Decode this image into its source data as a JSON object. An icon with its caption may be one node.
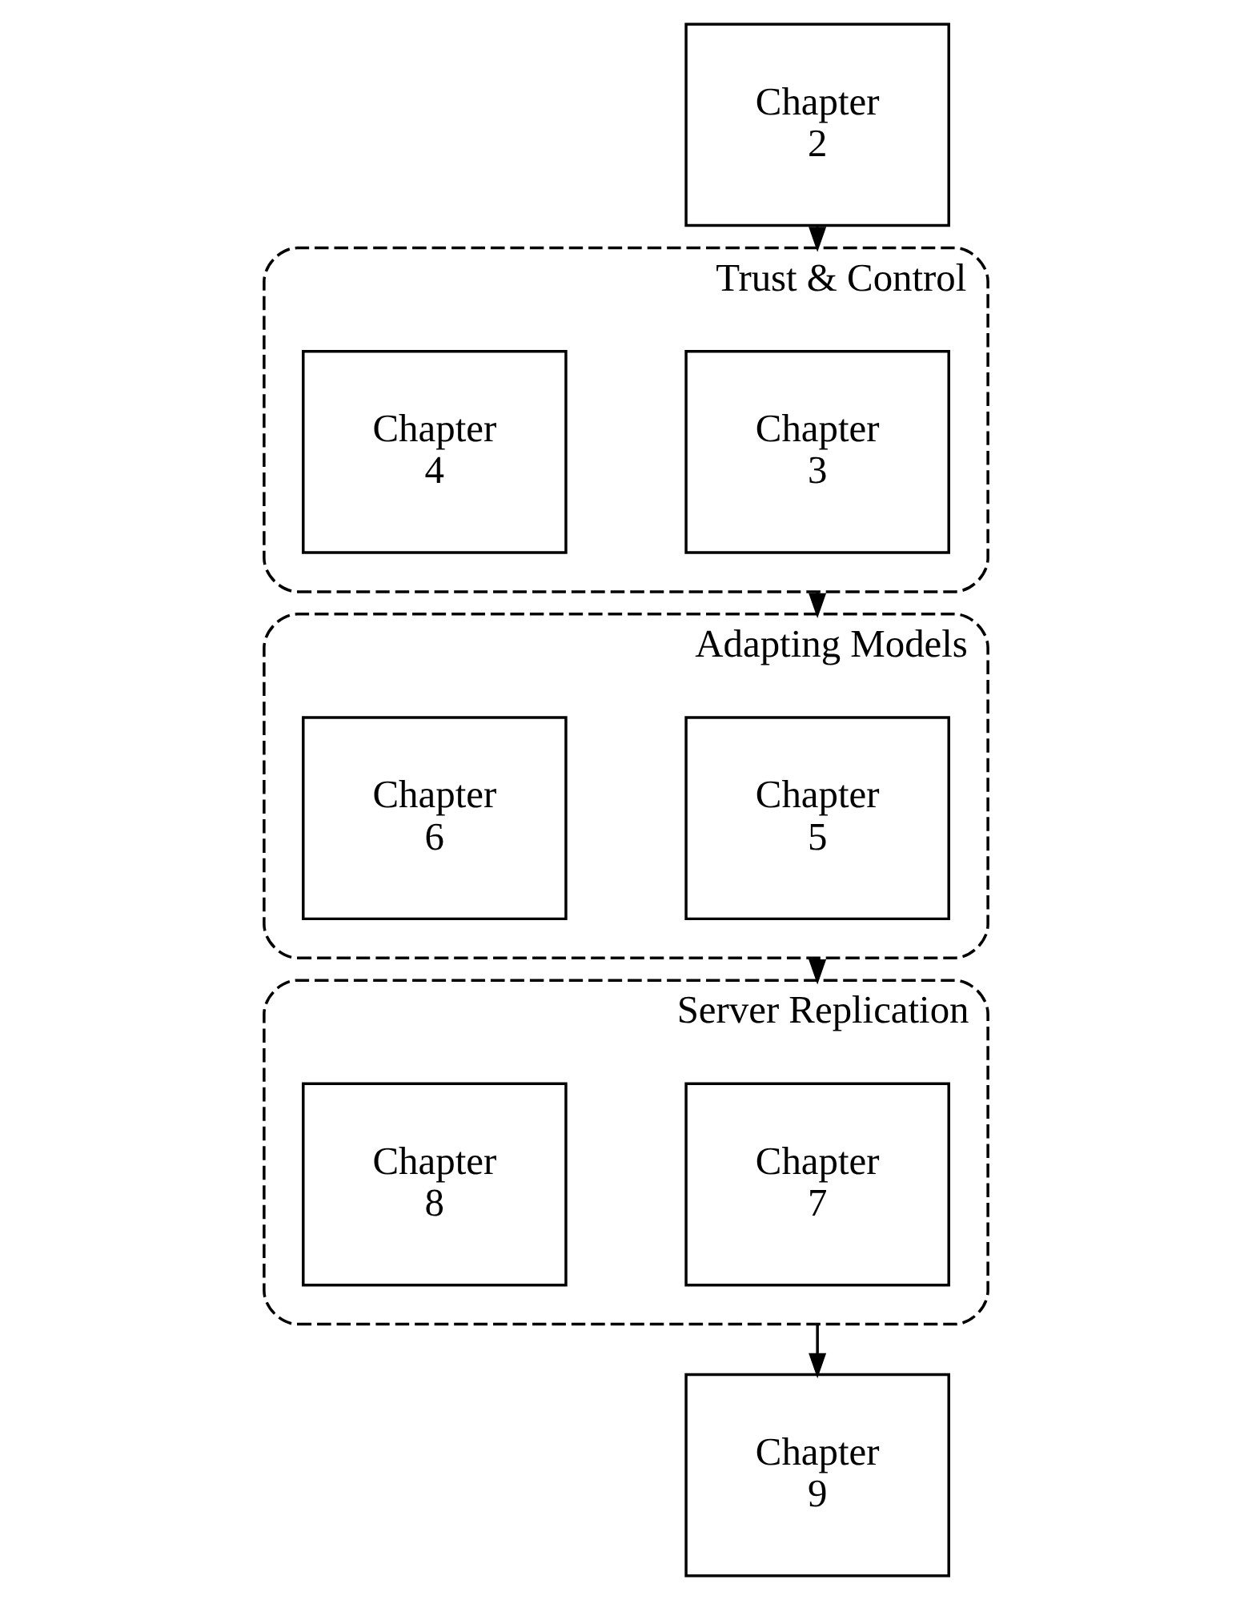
{
  "diagram": {
    "nodes": [
      {
        "text": [
          "Chapter 2"
        ]
      },
      {
        "text": [
          "Trust & Control"
        ]
      },
      {
        "text": [
          "Chapter 3"
        ],
        "in": 1
      },
      {
        "text": [
          "Chapter 4"
        ],
        "in": 1
      },
      {
        "text": [
          "Adapting Models"
        ]
      },
      {
        "text": [
          "Chapter 5"
        ],
        "in": 4
      },
      {
        "text": [
          "Chapter 6"
        ],
        "in": 4
      },
      {
        "text": [
          "Server Replication"
        ]
      },
      {
        "text": [
          "Chapter 7"
        ],
        "in": 7
      },
      {
        "text": [
          "Chapter 8"
        ],
        "in": 7
      },
      {
        "text": [
          "Chapter 9"
        ]
      }
    ],
    "edges": [
      {
        "from": 0,
        "to": 1,
        "arrow": "to"
      },
      {
        "from": 1,
        "to": 4,
        "arrow": "to"
      },
      {
        "from": 4,
        "to": 7,
        "arrow": "to"
      },
      {
        "from": 7,
        "to": 10,
        "arrow": "to"
      }
    ]
  }
}
